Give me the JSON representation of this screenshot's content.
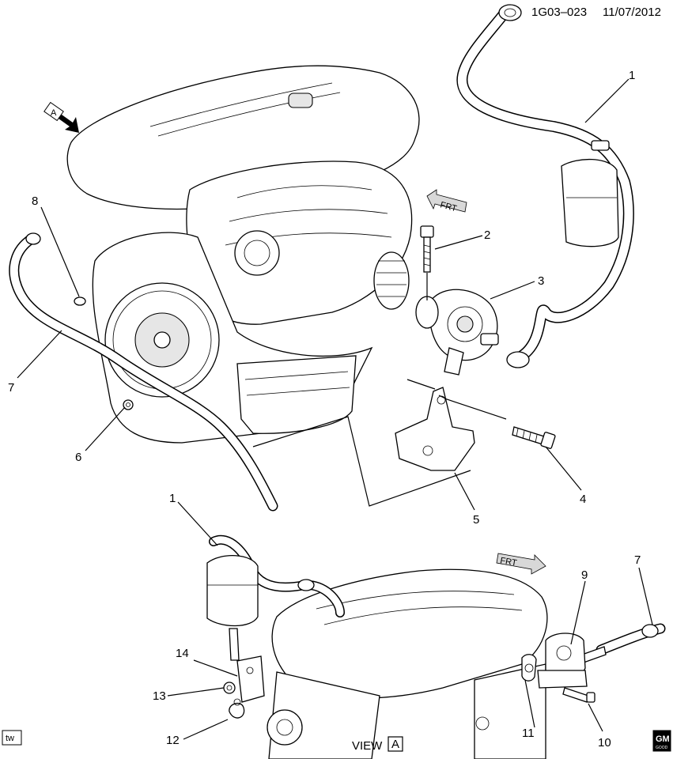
{
  "header": {
    "diagram_id": "1G03–023",
    "date": "11/07/2012"
  },
  "view_marker": {
    "label": "A"
  },
  "view_caption": {
    "text": "VIEW",
    "box": "A"
  },
  "frt_labels": [
    "FRT",
    "FRT"
  ],
  "footer": {
    "left_tag": "tw",
    "brand_top": "GM",
    "brand_bottom": "GOOD"
  },
  "callouts": [
    {
      "id": "c1a",
      "label": "1"
    },
    {
      "id": "c2",
      "label": "2"
    },
    {
      "id": "c3",
      "label": "3"
    },
    {
      "id": "c4",
      "label": "4"
    },
    {
      "id": "c5",
      "label": "5"
    },
    {
      "id": "c6",
      "label": "6"
    },
    {
      "id": "c7a",
      "label": "7"
    },
    {
      "id": "c8",
      "label": "8"
    },
    {
      "id": "c1b",
      "label": "1"
    },
    {
      "id": "c7b",
      "label": "7"
    },
    {
      "id": "c9",
      "label": "9"
    },
    {
      "id": "c10",
      "label": "10"
    },
    {
      "id": "c11",
      "label": "11"
    },
    {
      "id": "c12",
      "label": "12"
    },
    {
      "id": "c13",
      "label": "13"
    },
    {
      "id": "c14",
      "label": "14"
    }
  ]
}
